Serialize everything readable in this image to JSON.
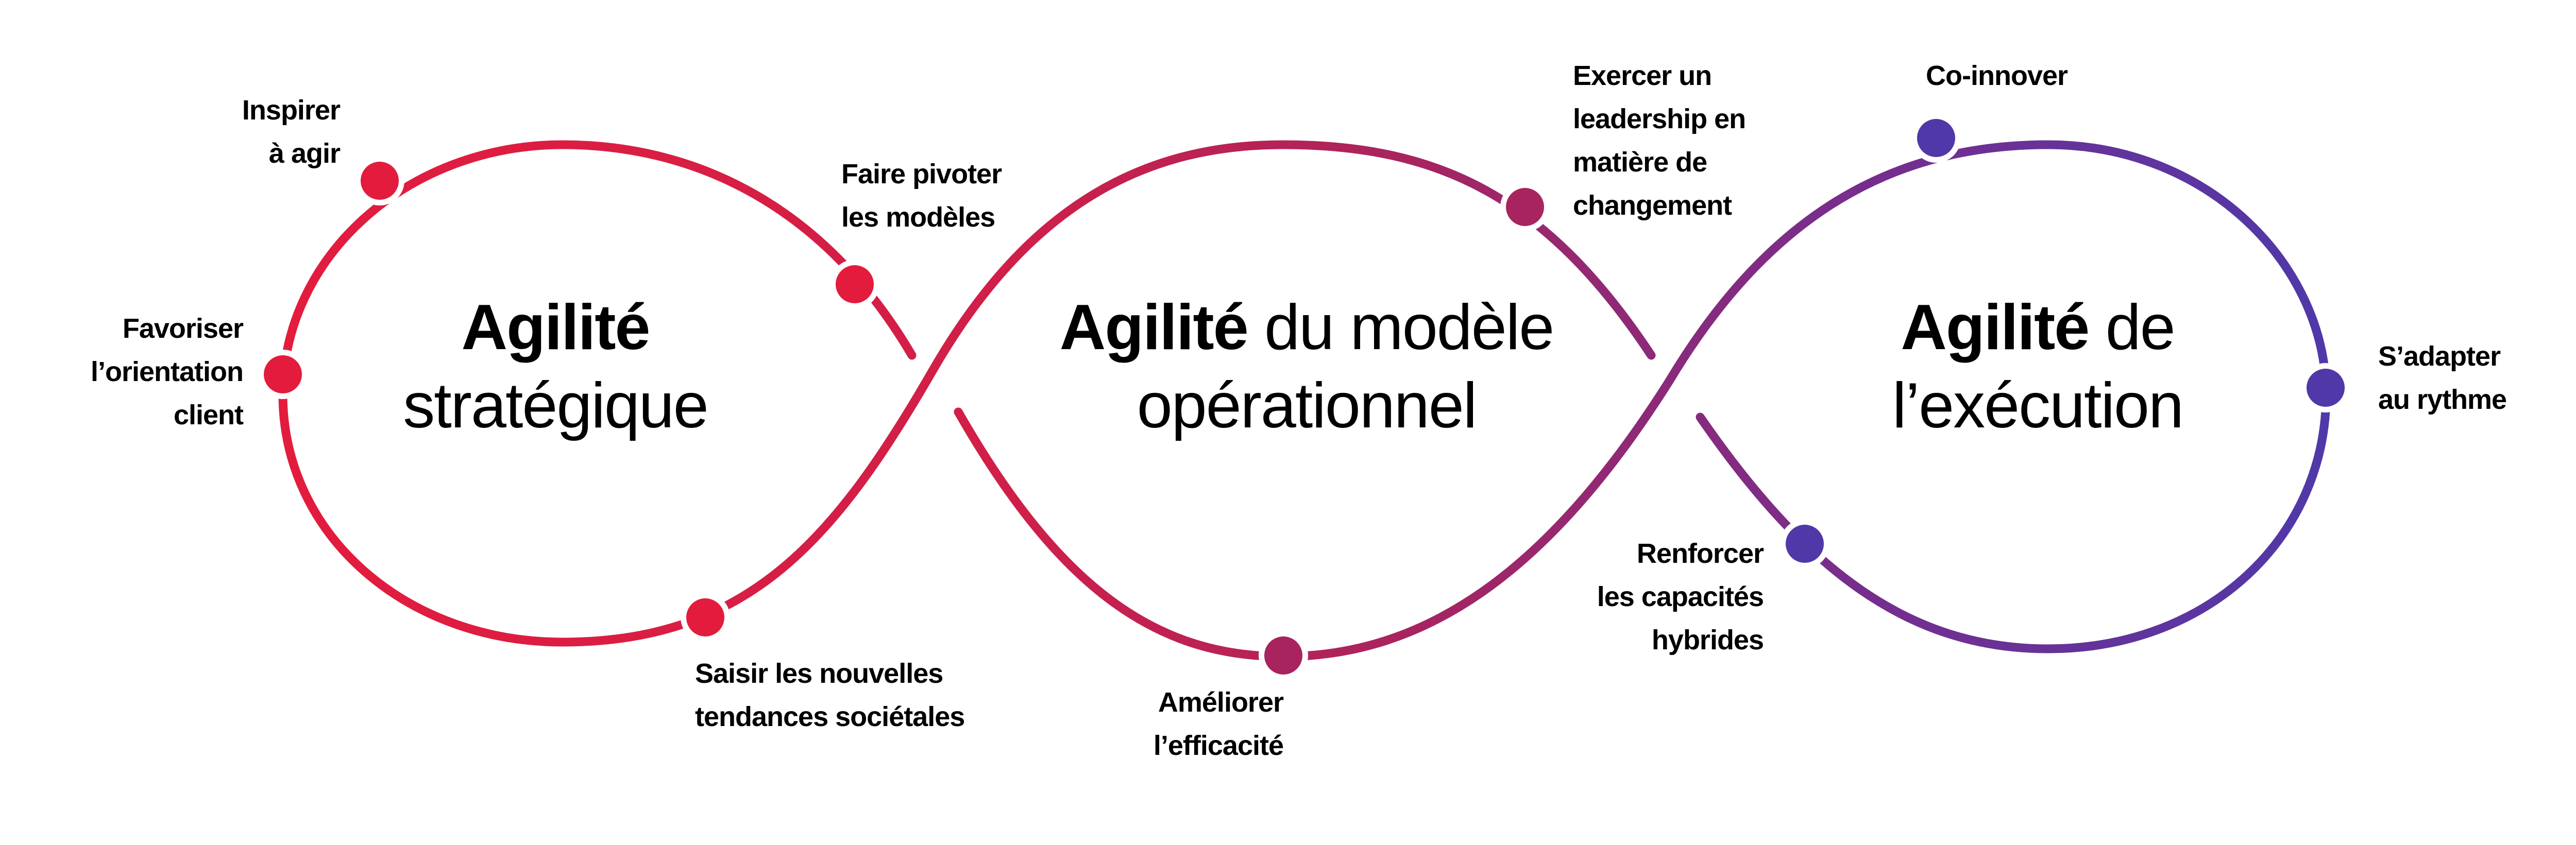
{
  "colors": {
    "red": "#e31c3d",
    "magenta": "#a8245f",
    "purple": "#5038a8"
  },
  "titles": {
    "strategic": {
      "bold": "Agilité",
      "rest": "",
      "line2": "stratégique"
    },
    "operational": {
      "bold": "Agilité",
      "rest": " du modèle",
      "line2": "opérationnel"
    },
    "execution": {
      "bold": "Agilité",
      "rest": " de",
      "line2": "l’exécution"
    }
  },
  "labels": {
    "inspire": [
      "Inspirer",
      "à agir"
    ],
    "pivot": [
      "Faire pivoter",
      "les modèles"
    ],
    "customer": [
      "Favoriser",
      "l’orientation",
      "client"
    ],
    "trends": [
      "Saisir les nouvelles",
      "tendances sociétales"
    ],
    "efficiency": [
      "Améliorer",
      "l’efficacité"
    ],
    "leadership": [
      "Exercer un",
      "leadership en",
      "matière de",
      "changement"
    ],
    "coinnovate": [
      "Co-innover"
    ],
    "pace": [
      "S’adapter",
      "au rythme"
    ],
    "hybrid": [
      "Renforcer",
      "les capacités",
      "hybrides"
    ]
  }
}
